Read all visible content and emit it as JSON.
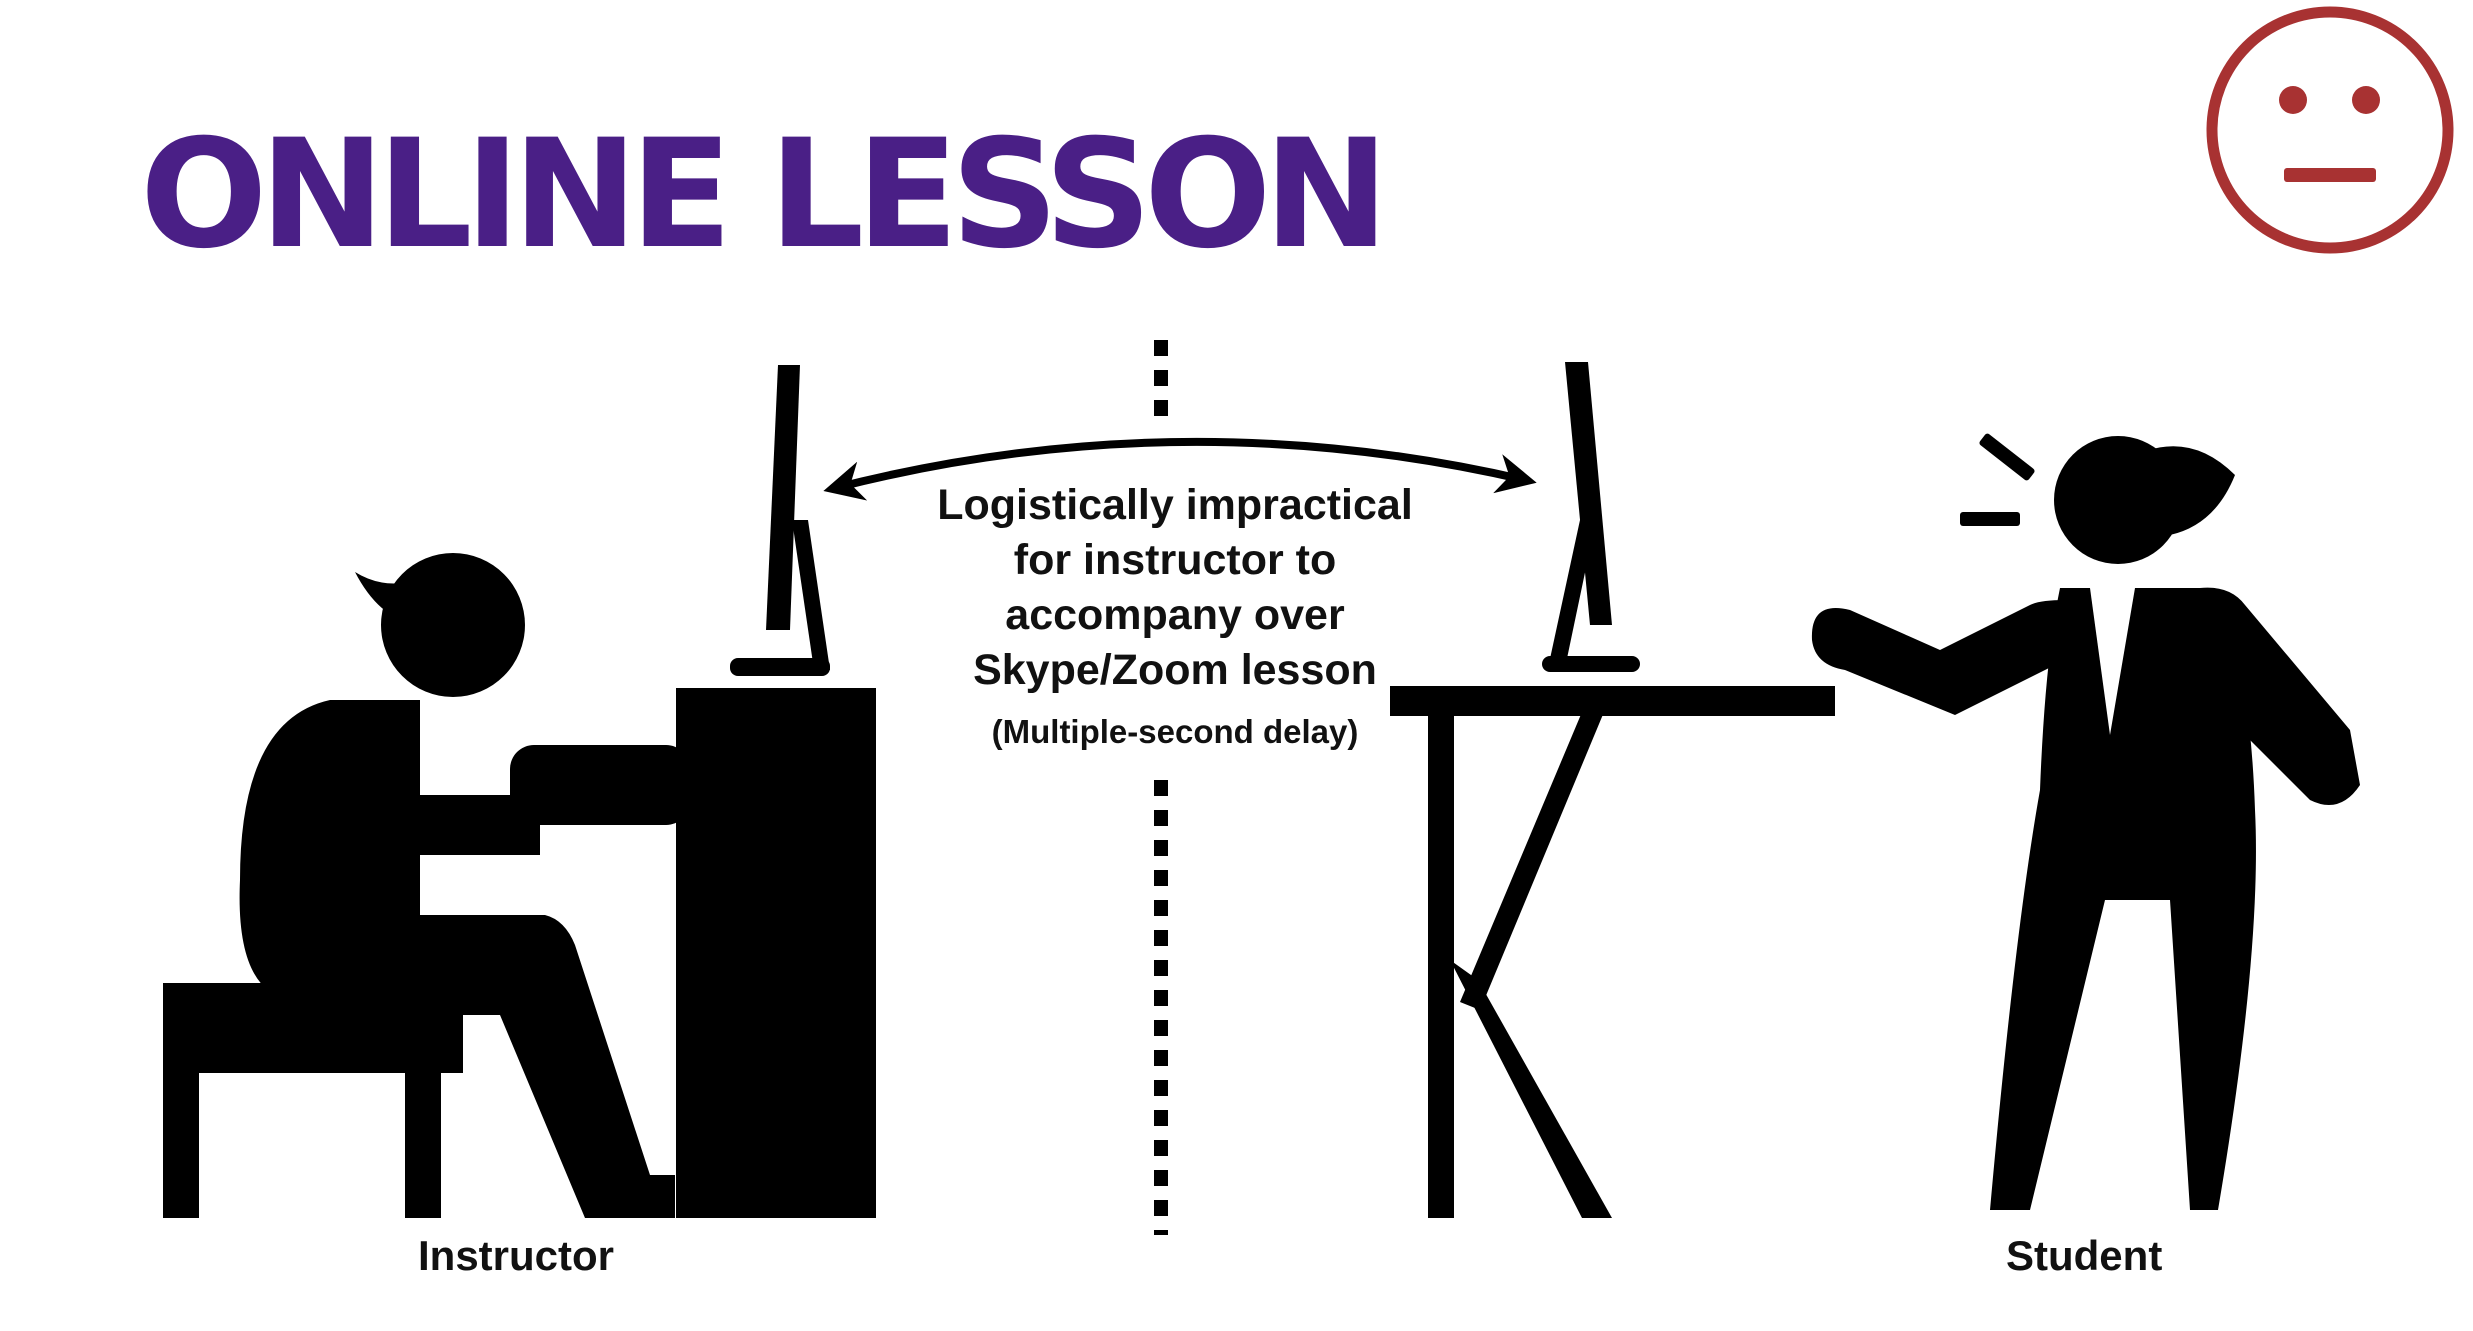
{
  "title": "ONLINE LESSON",
  "caption": {
    "lines": [
      "Logistically impractical",
      "for instructor to",
      "accompany over",
      "Skype/Zoom lesson"
    ],
    "note": "(Multiple-second delay)"
  },
  "labels": {
    "instructor": "Instructor",
    "student": "Student"
  },
  "icons": {
    "face": "neutral-face-icon",
    "instructor": "pianist-icon",
    "student": "singer-icon"
  },
  "colors": {
    "title": "#4a1f86",
    "face": "#a83232",
    "figures": "#000000"
  }
}
